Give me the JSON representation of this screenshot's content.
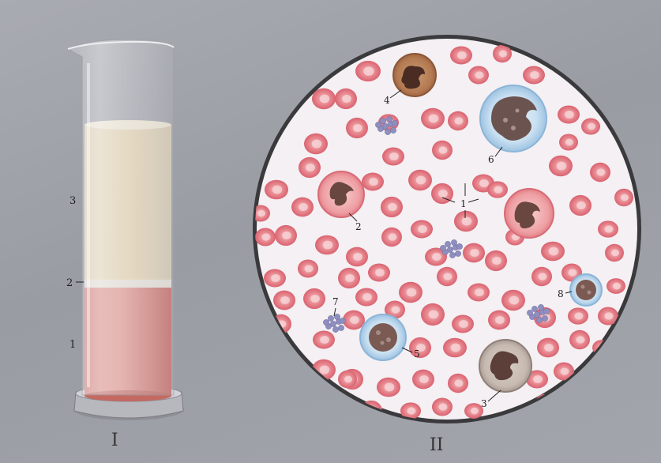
{
  "figure": {
    "panel_one_label": "I",
    "panel_two_label": "II"
  },
  "tube": {
    "labels": [
      "3",
      "2",
      "1"
    ]
  },
  "micrograph": {
    "labels": [
      "1",
      "2",
      "3",
      "4",
      "5",
      "6",
      "7",
      "8"
    ]
  },
  "colors": {
    "plasma": "#e8d8b4",
    "cells_layer": "#cf6f66",
    "red_cell": "#e07a82",
    "nucleus": "#5a3a35",
    "lymph_halo": "#bcd6ea",
    "platelet": "#8f8fbf",
    "circle_border": "#3a3a3c"
  }
}
